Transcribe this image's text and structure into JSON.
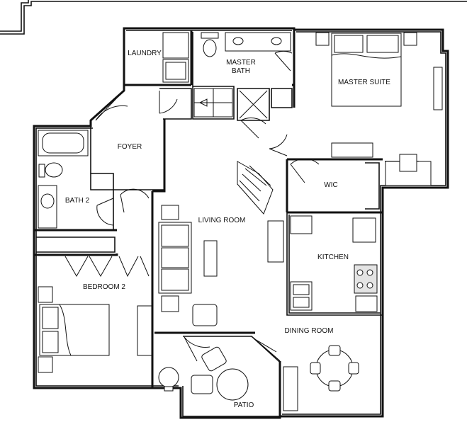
{
  "floor_plan": {
    "rooms": {
      "laundry": "LAUNDRY",
      "master_bath_line1": "MASTER",
      "master_bath_line2": "BATH",
      "master_suite": "MASTER SUITE",
      "foyer": "FOYER",
      "bath_2": "BATH 2",
      "wic": "WIC",
      "living_room": "LIVING ROOM",
      "kitchen": "KITCHEN",
      "bedroom_2": "BEDROOM 2",
      "dining_room": "DINING ROOM",
      "patio": "PATIO"
    }
  }
}
